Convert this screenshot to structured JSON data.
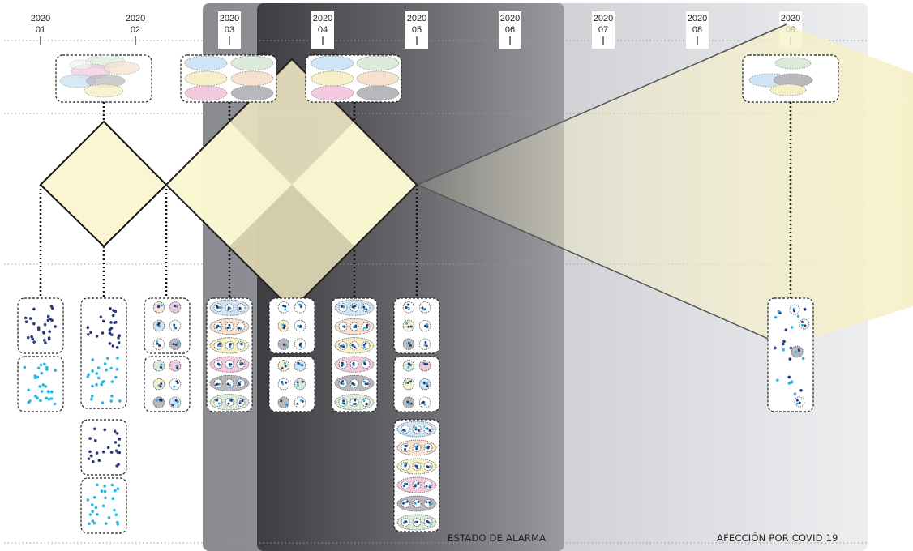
{
  "timeline": {
    "months": [
      {
        "year": "2020",
        "month": "01"
      },
      {
        "year": "2020",
        "month": "02"
      },
      {
        "year": "2020",
        "month": "03"
      },
      {
        "year": "2020",
        "month": "04"
      },
      {
        "year": "2020",
        "month": "05"
      },
      {
        "year": "2020",
        "month": "06"
      },
      {
        "year": "2020",
        "month": "07"
      },
      {
        "year": "2020",
        "month": "08"
      },
      {
        "year": "2020",
        "month": "09"
      }
    ]
  },
  "regions": {
    "alarm_label": "ESTADO DE ALARMA",
    "covid_label": "AFECCIÓN POR COVID 19"
  },
  "colors": {
    "diamond_fill": "#fbf6d2",
    "dark_region": "#4a4a4e",
    "covid_region": "#d7d8dc",
    "dot_navy": "#2b3a7a",
    "dot_cyan": "#29b5e0",
    "ellipse_blue": "#cfe4f5",
    "ellipse_green": "#dcebd9",
    "ellipse_pink": "#f3c9dd",
    "ellipse_peach": "#f6e1cf",
    "ellipse_gray": "#b8b8bc",
    "ellipse_cream": "#f6f0c8"
  }
}
